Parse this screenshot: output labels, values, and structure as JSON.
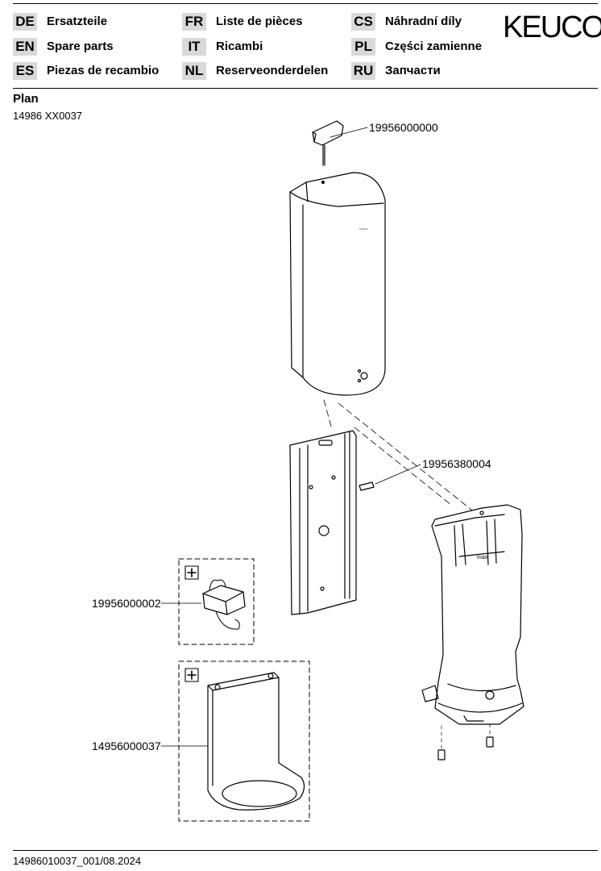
{
  "header": {
    "brand": "KEUCO",
    "languages": [
      {
        "code": "DE",
        "label": "Ersatzteile"
      },
      {
        "code": "EN",
        "label": "Spare parts"
      },
      {
        "code": "ES",
        "label": "Piezas de recambio"
      },
      {
        "code": "FR",
        "label": "Liste de pièces"
      },
      {
        "code": "IT",
        "label": "Ricambi"
      },
      {
        "code": "NL",
        "label": "Reserveonderdelen"
      },
      {
        "code": "CS",
        "label": "Náhradní díly"
      },
      {
        "code": "PL",
        "label": "Części zamienne"
      },
      {
        "code": "RU",
        "label": "Запчасти"
      }
    ]
  },
  "product": {
    "name": "Plan",
    "code": "14986 XX0037"
  },
  "parts": [
    {
      "number": "19956000000"
    },
    {
      "number": "19956380004"
    },
    {
      "number": "19956000002"
    },
    {
      "number": "14956000037"
    }
  ],
  "drawing": {
    "max_mark": "max"
  },
  "footer": {
    "document_id": "14986010037_001/08.2024"
  }
}
